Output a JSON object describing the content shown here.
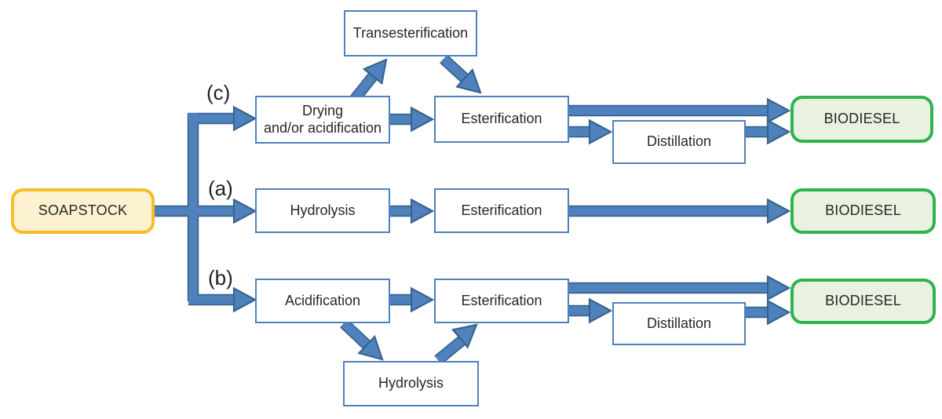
{
  "colors": {
    "arrow_fill": "#4F81BD",
    "arrow_outline": "#38648F",
    "process_border": "#4F81BD",
    "process_fill": "#FFFFFF",
    "soapstock_border": "#F6BC29",
    "soapstock_fill": "#FDF2D0",
    "biodiesel_border": "#2FB34C",
    "biodiesel_fill": "#E9F2E1",
    "text": "#262626"
  },
  "source": {
    "label": "SOAPSTOCK"
  },
  "route_labels": {
    "a": "(a)",
    "b": "(b)",
    "c": "(c)"
  },
  "routes": {
    "c": {
      "transesterification": "Transesterification",
      "drying_line1": "Drying",
      "drying_line2": "and/or acidification",
      "esterification": "Esterification",
      "distillation": "Distillation",
      "biodiesel": "BIODIESEL"
    },
    "a": {
      "hydrolysis": "Hydrolysis",
      "esterification": "Esterification",
      "biodiesel": "BIODIESEL"
    },
    "b": {
      "acidification": "Acidification",
      "esterification": "Esterification",
      "distillation": "Distillation",
      "hydrolysis": "Hydrolysis",
      "biodiesel": "BIODIESEL"
    }
  }
}
